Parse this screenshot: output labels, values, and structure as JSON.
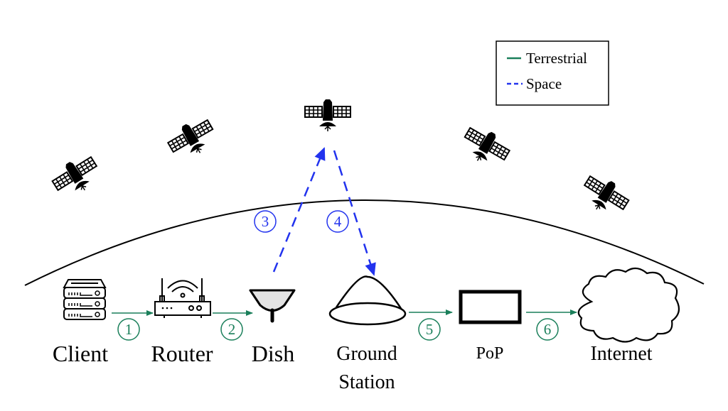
{
  "legend": {
    "items": [
      {
        "label": "Terrestrial",
        "style": "solid",
        "color": "#1a7f5a"
      },
      {
        "label": "Space",
        "style": "dashed",
        "color": "#2233ee"
      }
    ]
  },
  "nodes": [
    {
      "label": "Client",
      "icon": "server-icon"
    },
    {
      "label": "Router",
      "icon": "router-icon"
    },
    {
      "label": "Dish",
      "icon": "dish-icon"
    },
    {
      "label_line1": "Ground",
      "label_line2": "Station",
      "icon": "ground-station-icon"
    },
    {
      "label": "PoP",
      "icon": "pop-box-icon"
    },
    {
      "label": "Internet",
      "icon": "cloud-icon"
    }
  ],
  "links": [
    {
      "step": "1",
      "from": "Client",
      "to": "Router",
      "type": "Terrestrial"
    },
    {
      "step": "2",
      "from": "Router",
      "to": "Dish",
      "type": "Terrestrial"
    },
    {
      "step": "3",
      "from": "Dish",
      "to": "Satellite",
      "type": "Space"
    },
    {
      "step": "4",
      "from": "Satellite",
      "to": "Ground Station",
      "type": "Space"
    },
    {
      "step": "5",
      "from": "Ground Station",
      "to": "PoP",
      "type": "Terrestrial"
    },
    {
      "step": "6",
      "from": "PoP",
      "to": "Internet",
      "type": "Terrestrial"
    }
  ],
  "colors": {
    "terrestrial": "#1a7f5a",
    "space": "#2233ee"
  }
}
